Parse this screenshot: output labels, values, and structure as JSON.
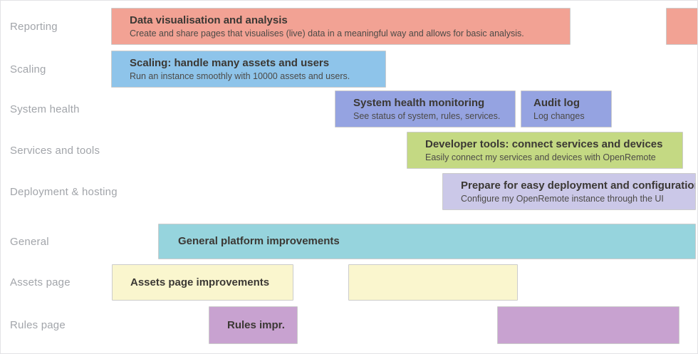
{
  "rows": [
    {
      "label": "Reporting"
    },
    {
      "label": "Scaling"
    },
    {
      "label": "System health"
    },
    {
      "label": "Services and tools"
    },
    {
      "label": "Deployment & hosting"
    },
    {
      "label": "General"
    },
    {
      "label": "Assets page"
    },
    {
      "label": "Rules page"
    }
  ],
  "bars": [
    {
      "title": "Data visualisation and analysis",
      "subtitle": "Create and share pages that visualises (live) data in a meaningful way and allows for basic analysis."
    },
    {
      "title": "",
      "subtitle": ""
    },
    {
      "title": "Scaling: handle many assets and users",
      "subtitle": "Run an instance smoothly with 10000 assets and users."
    },
    {
      "title": "System health monitoring",
      "subtitle": "See status of system, rules, services."
    },
    {
      "title": "Audit log",
      "subtitle": "Log changes"
    },
    {
      "title": "Developer tools: connect services and devices",
      "subtitle": "Easily connect my services and devices with OpenRemote"
    },
    {
      "title": "Prepare for easy deployment and configuration",
      "subtitle": "Configure my OpenRemote instance through the UI"
    },
    {
      "title": "General platform improvements",
      "subtitle": ""
    },
    {
      "title": "Assets page improvements",
      "subtitle": ""
    },
    {
      "title": "",
      "subtitle": ""
    },
    {
      "title": "Rules impr.",
      "subtitle": ""
    },
    {
      "title": "",
      "subtitle": ""
    }
  ],
  "colors": {
    "salmon": "#f2a294",
    "blue": "#8ec4ea",
    "periwinkle": "#95a3e1",
    "green": "#c4d983",
    "lavender": "#cbc8e8",
    "teal": "#96d4dd",
    "yellow": "#faf6ce",
    "plum": "#c8a2d0",
    "row_label_text": "#a2a5aa",
    "bar_title_text": "#3b3834",
    "bar_border": "#cccccc"
  },
  "chart_data": {
    "type": "bar",
    "subtype": "gantt-roadmap",
    "orientation": "horizontal",
    "title": "",
    "xlabel": "",
    "ylabel": "",
    "axis_tick_labels_visible": false,
    "grid": false,
    "legend": false,
    "categories": [
      "Reporting",
      "Scaling",
      "System health",
      "Services and tools",
      "Deployment & hosting",
      "General",
      "Assets page",
      "Rules page"
    ],
    "x_range_units": "percent of visible timeline width (0-100, estimated from pixels; no time axis labels shown)",
    "bars": [
      {
        "row": "Reporting",
        "title": "Data visualisation and analysis",
        "subtitle": "Create and share pages that visualises (live) data in a meaningful way and allows for basic analysis.",
        "start_pct": 15.8,
        "end_pct": 81.6,
        "color": "#f2a294"
      },
      {
        "row": "Reporting",
        "title": "",
        "subtitle": "",
        "start_pct": 95.3,
        "end_pct": 100.0,
        "color": "#f2a294",
        "note": "clipped at right edge"
      },
      {
        "row": "Scaling",
        "title": "Scaling: handle many assets and users",
        "subtitle": "Run an instance smoothly with 10000 assets and users.",
        "start_pct": 15.8,
        "end_pct": 55.2,
        "color": "#8ec4ea"
      },
      {
        "row": "System health",
        "title": "System health monitoring",
        "subtitle": "See status of system, rules, services.",
        "start_pct": 47.9,
        "end_pct": 73.8,
        "color": "#95a3e1"
      },
      {
        "row": "System health",
        "title": "Audit log",
        "subtitle": "Log changes",
        "start_pct": 74.5,
        "end_pct": 87.6,
        "color": "#95a3e1"
      },
      {
        "row": "Services and tools",
        "title": "Developer tools: connect services and devices",
        "subtitle": "Easily connect my services and devices with OpenRemote",
        "start_pct": 58.2,
        "end_pct": 97.8,
        "color": "#c4d983"
      },
      {
        "row": "Deployment & hosting",
        "title": "Prepare for easy deployment and configuration",
        "subtitle": "Configure my OpenRemote instance through the UI",
        "start_pct": 63.3,
        "end_pct": 99.6,
        "color": "#cbc8e8"
      },
      {
        "row": "General",
        "title": "General platform improvements",
        "subtitle": "",
        "start_pct": 22.6,
        "end_pct": 99.6,
        "color": "#96d4dd"
      },
      {
        "row": "Assets page",
        "title": "Assets page improvements",
        "subtitle": "",
        "start_pct": 15.9,
        "end_pct": 41.9,
        "color": "#faf6ce"
      },
      {
        "row": "Assets page",
        "title": "",
        "subtitle": "",
        "start_pct": 49.8,
        "end_pct": 74.1,
        "color": "#faf6ce"
      },
      {
        "row": "Rules page",
        "title": "Rules impr.",
        "subtitle": "",
        "start_pct": 29.8,
        "end_pct": 42.6,
        "color": "#c8a2d0"
      },
      {
        "row": "Rules page",
        "title": "",
        "subtitle": "",
        "start_pct": 71.1,
        "end_pct": 97.2,
        "color": "#c8a2d0"
      }
    ]
  }
}
